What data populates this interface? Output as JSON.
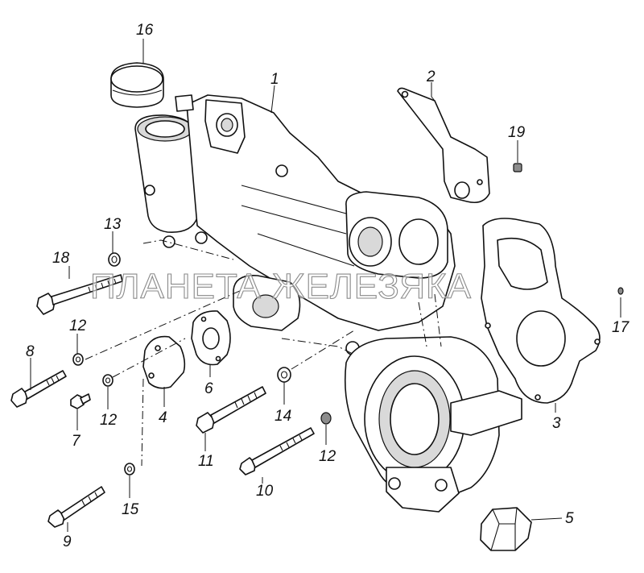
{
  "diagram": {
    "callouts": [
      "1",
      "2",
      "3",
      "4",
      "5",
      "6",
      "7",
      "8",
      "9",
      "10",
      "11",
      "12",
      "12",
      "12",
      "13",
      "14",
      "15",
      "16",
      "17",
      "18",
      "19"
    ]
  },
  "watermark": {
    "text": "ПЛАНЕТА ЖЕЛЕЗЯКА"
  }
}
